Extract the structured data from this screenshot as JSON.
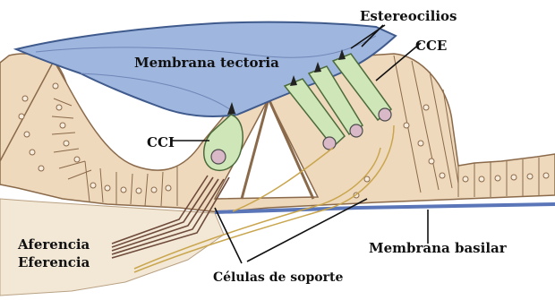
{
  "diagram": {
    "labels": {
      "stereocilia": "Estereocilios",
      "tectorial_membrane": "Membrana tectoria",
      "outer_hair_cells": "CCE",
      "inner_hair_cell": "CCI",
      "afferent": "Aferencia",
      "efferent": "Eferencia",
      "basilar_membrane": "Membrana basilar",
      "support_cells": "Células de soporte"
    },
    "colors": {
      "tectorial_fill": "#9fb6de",
      "tectorial_stroke": "#3f5a8c",
      "tissue_fill": "#efd9bd",
      "tissue_stroke": "#8a6a4a",
      "hair_cell_fill": "#cfe6b8",
      "hair_cell_stroke": "#4c6b3b",
      "nucleus_fill": "#d9b8c7",
      "basilar_membrane": "#5a76b8",
      "nerve_fibers": "#6e4a3a",
      "label_text": "#111111"
    }
  }
}
